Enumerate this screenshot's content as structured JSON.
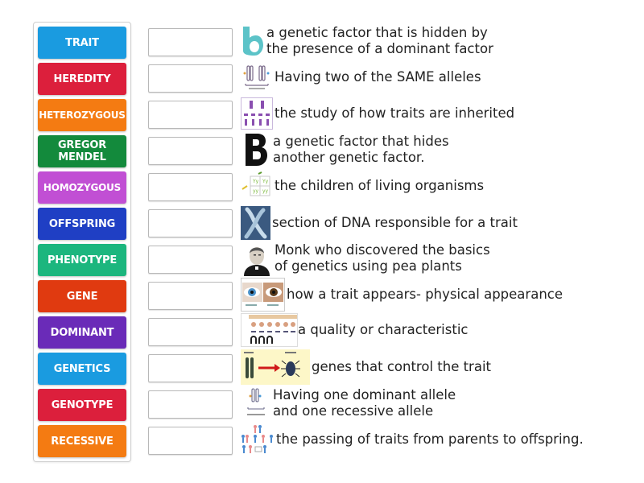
{
  "activity": {
    "type": "match-up",
    "tiles": [
      {
        "label": "TRAIT",
        "color": "#1a9be0"
      },
      {
        "label": "HEREDITY",
        "color": "#dc1f3c"
      },
      {
        "label": "HETEROZYGOUS",
        "color": "#f47b12"
      },
      {
        "label": "GREGOR MENDEL",
        "color": "#138a3c"
      },
      {
        "label": "HOMOZYGOUS",
        "color": "#c14fd4"
      },
      {
        "label": "OFFSPRING",
        "color": "#1f3fc4"
      },
      {
        "label": "PHENOTYPE",
        "color": "#1cb67e"
      },
      {
        "label": "GENE",
        "color": "#e03a10"
      },
      {
        "label": "DOMINANT",
        "color": "#6a2bb8"
      },
      {
        "label": "GENETICS",
        "color": "#1a9be0"
      },
      {
        "label": "GENOTYPE",
        "color": "#dc1f3c"
      },
      {
        "label": "RECESSIVE",
        "color": "#f47b12"
      }
    ],
    "drop_zones": [
      {
        "value": ""
      },
      {
        "value": ""
      },
      {
        "value": ""
      },
      {
        "value": ""
      },
      {
        "value": ""
      },
      {
        "value": ""
      },
      {
        "value": ""
      },
      {
        "value": ""
      },
      {
        "value": ""
      },
      {
        "value": ""
      },
      {
        "value": ""
      },
      {
        "value": ""
      }
    ],
    "clues": [
      {
        "icon": "lowercase-b-icon",
        "line1": "a genetic factor that is hidden by",
        "line2": "the presence of a dominant factor"
      },
      {
        "icon": "homozygous-chromosome-icon",
        "line1": "Having two of the SAME alleles",
        "line2": ""
      },
      {
        "icon": "inheritance-chart-icon",
        "line1": "the study of how traits are inherited",
        "line2": ""
      },
      {
        "icon": "uppercase-b-icon",
        "line1": "a genetic factor that hides",
        "line2": "another genetic factor."
      },
      {
        "icon": "punnett-square-icon",
        "line1": "the children of living organisms",
        "line2": ""
      },
      {
        "icon": "chromosome-icon",
        "line1": "section of DNA responsible for a trait",
        "line2": ""
      },
      {
        "icon": "mendel-portrait-icon",
        "line1": "Monk who discovered the basics",
        "line2": "of genetics using pea plants"
      },
      {
        "icon": "eye-phenotype-icon",
        "line1": "how a trait appears- physical appearance",
        "line2": ""
      },
      {
        "icon": "traits-chart-icon",
        "line1": "a quality or characteristic",
        "line2": ""
      },
      {
        "icon": "genotype-to-phenotype-icon",
        "line1": "genes that control the trait",
        "line2": ""
      },
      {
        "icon": "heterozygous-chromosome-icon",
        "line1": "Having one dominant allele",
        "line2": "and one recessive allele"
      },
      {
        "icon": "family-tree-icon",
        "line1": "the passing of traits from parents to offspring.",
        "line2": ""
      }
    ]
  }
}
